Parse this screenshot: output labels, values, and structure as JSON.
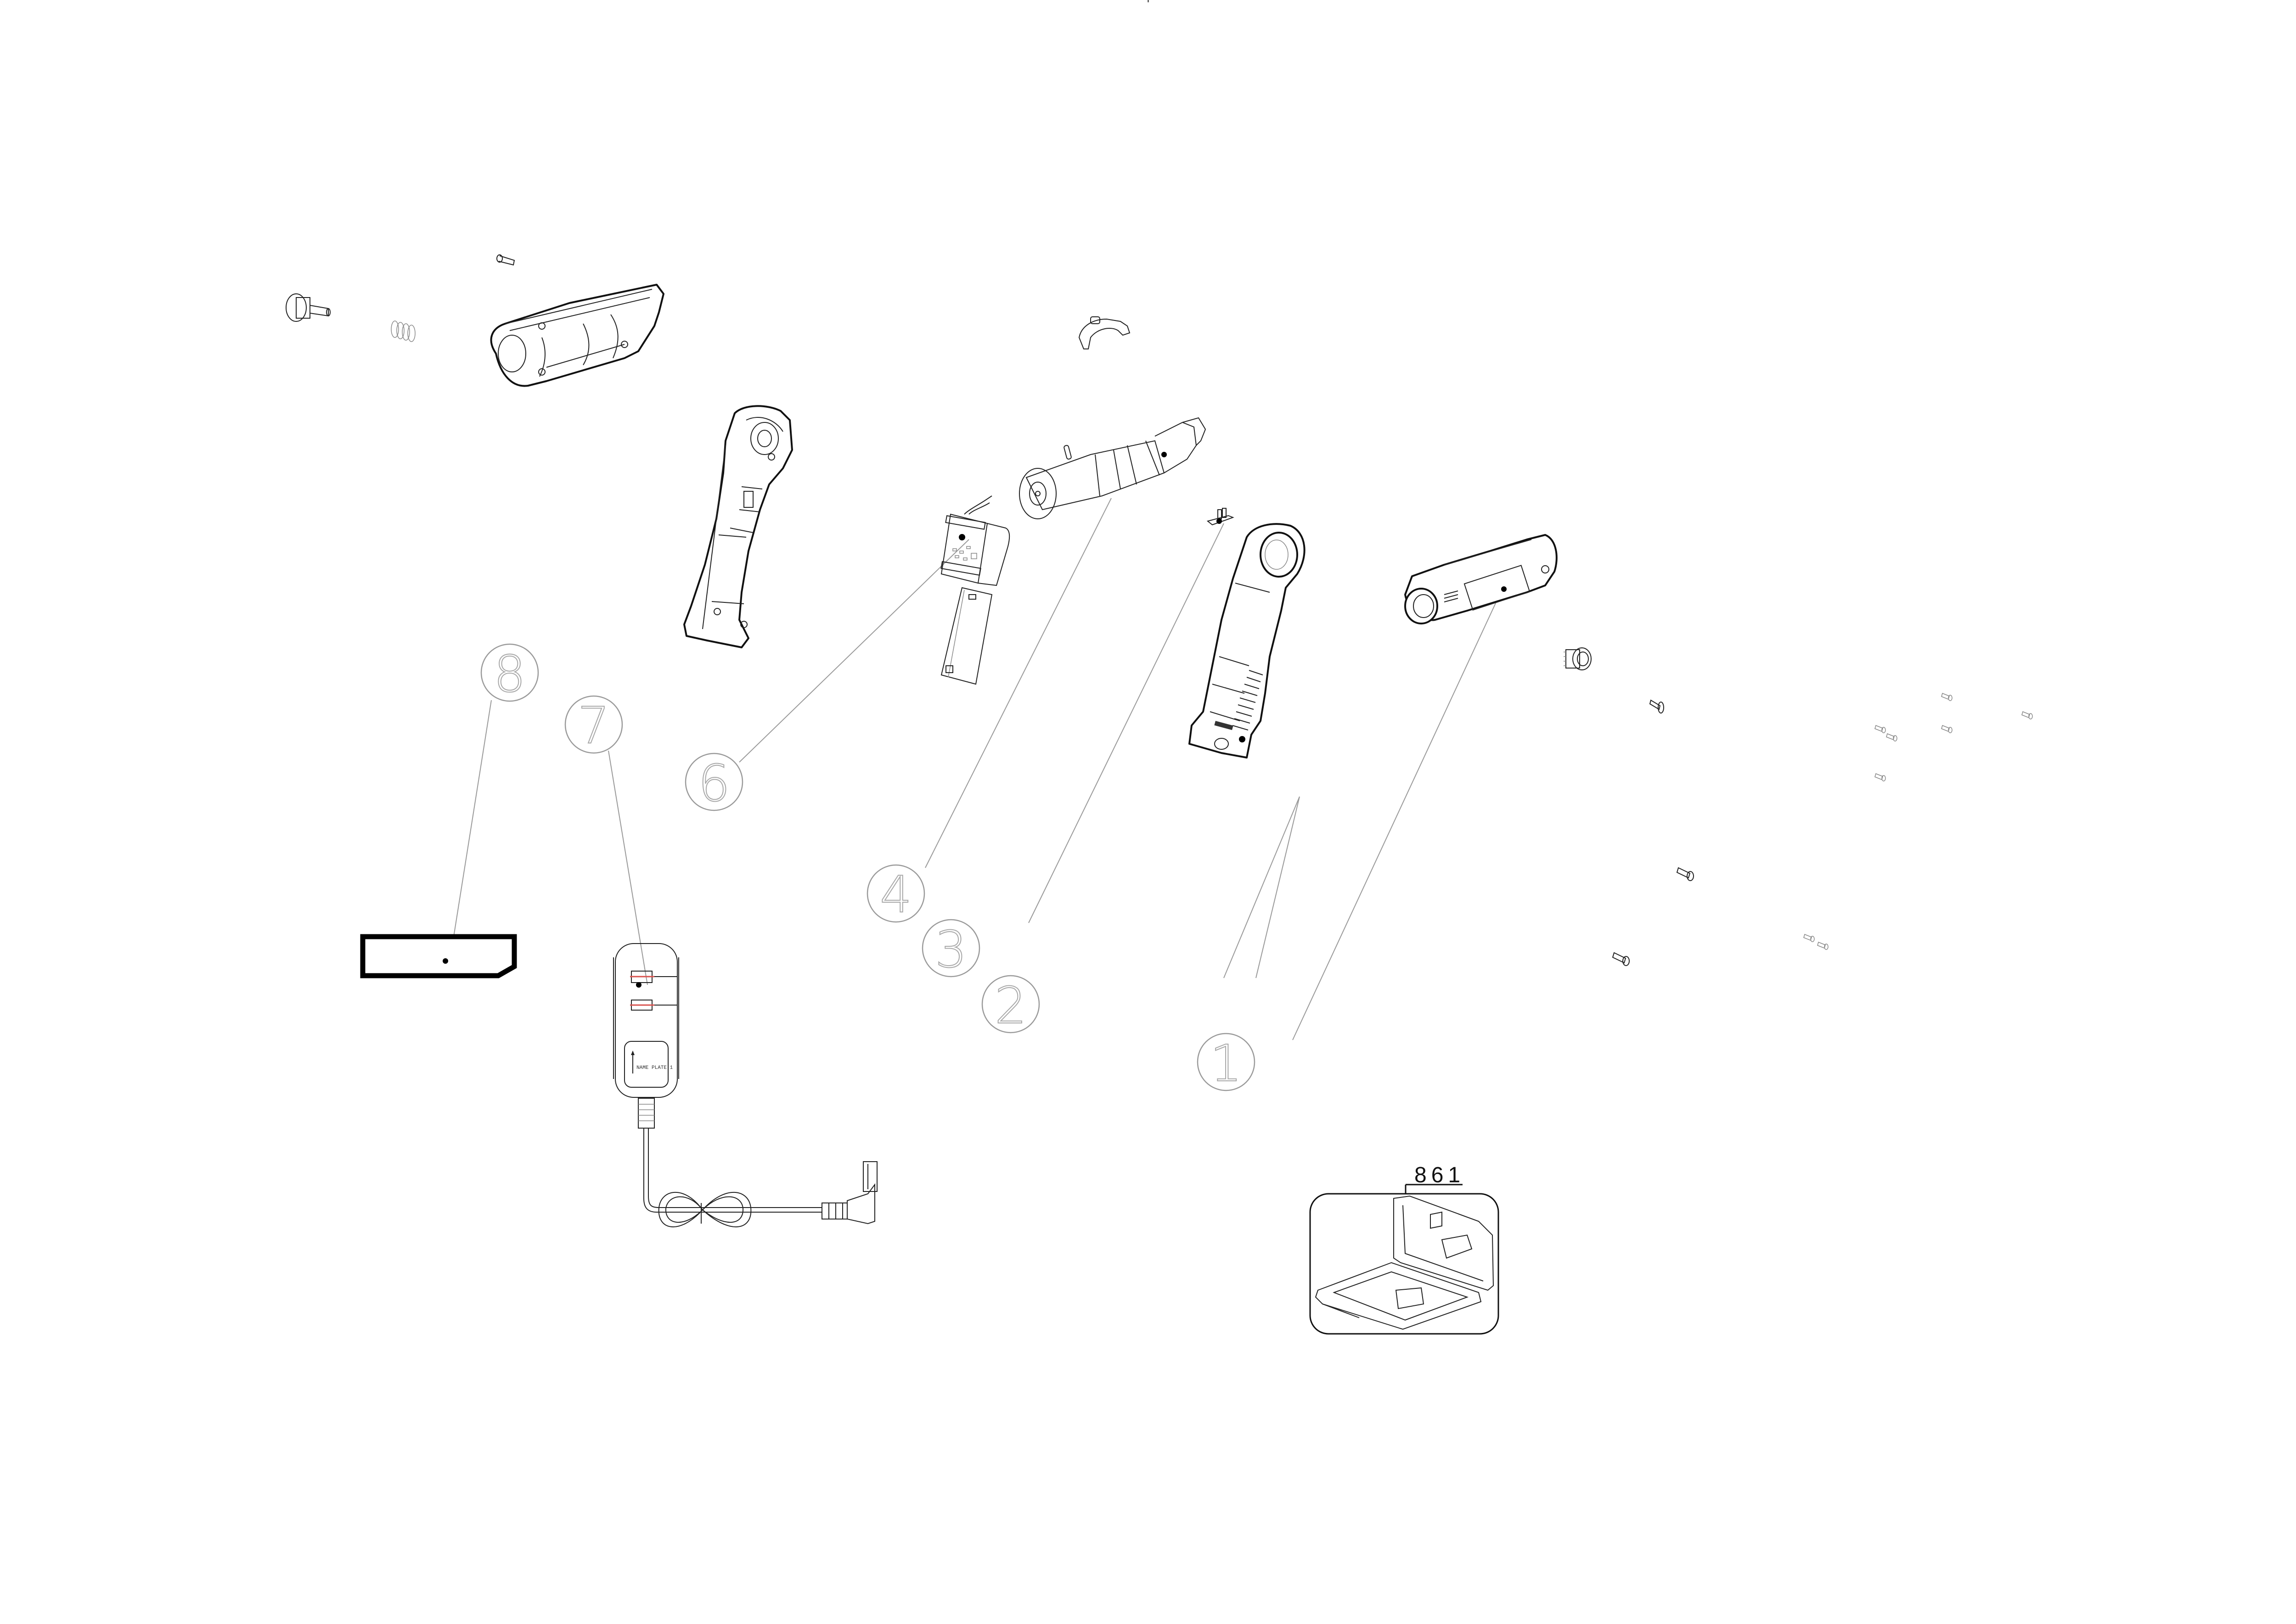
{
  "diagram": {
    "type": "exploded-parts-view",
    "background": "#ffffff",
    "line_color": "#111111",
    "callout_color": "#9a9a9a",
    "callouts": [
      {
        "id": "1",
        "label": "1",
        "target": "front-housing"
      },
      {
        "id": "2",
        "label": "2",
        "target": "handle-right-half"
      },
      {
        "id": "3",
        "label": "3",
        "target": "switch-button"
      },
      {
        "id": "4",
        "label": "4",
        "target": "motor-gearbox-assembly"
      },
      {
        "id": "6",
        "label": "6",
        "target": "pcb-battery-pack"
      },
      {
        "id": "7",
        "label": "7",
        "target": "charger"
      },
      {
        "id": "8",
        "label": "8",
        "target": "label-plate"
      }
    ],
    "accessory": {
      "part_number": "861",
      "name": "carry-case"
    },
    "charger": {
      "nameplate_text": "NAME PLATE 1"
    },
    "parts": [
      {
        "name": "drive-gear-shaft"
      },
      {
        "name": "compression-spring"
      },
      {
        "name": "small-screw"
      },
      {
        "name": "left-housing-shell"
      },
      {
        "name": "handle-left-half"
      },
      {
        "name": "clip-bracket"
      },
      {
        "name": "motor-gearbox-assembly"
      },
      {
        "name": "pcb-battery-pack"
      },
      {
        "name": "switch-button"
      },
      {
        "name": "handle-right-half"
      },
      {
        "name": "front-housing"
      },
      {
        "name": "bearing-gear"
      },
      {
        "name": "screws"
      }
    ]
  }
}
